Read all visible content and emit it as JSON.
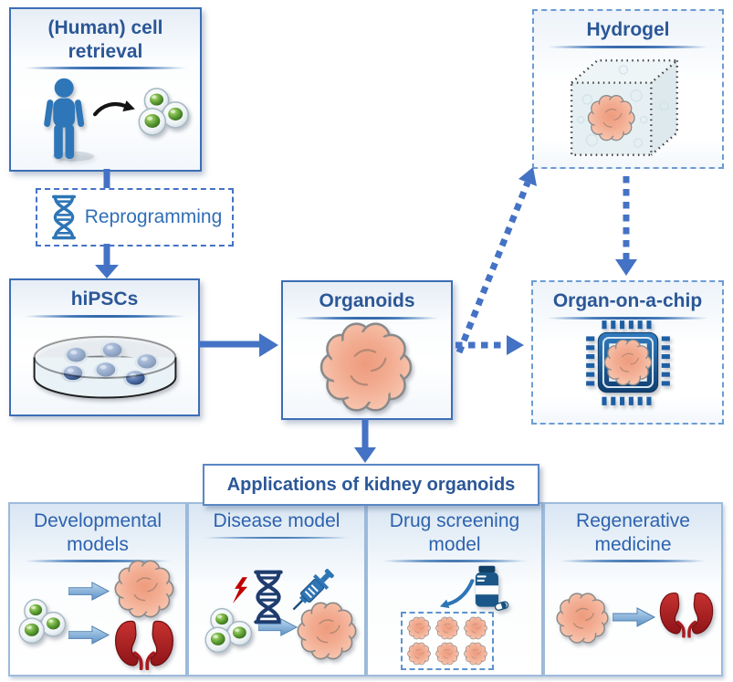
{
  "boxes": {
    "cell_retrieval": {
      "title": "(Human) cell retrieval"
    },
    "reprogramming": {
      "label": "Reprogramming"
    },
    "hipscs": {
      "title": "hiPSCs"
    },
    "organoids": {
      "title": "Organoids"
    },
    "hydrogel": {
      "title": "Hydrogel"
    },
    "organ_on_chip": {
      "title": "Organ-on-a-chip"
    },
    "applications_header": {
      "title": "Applications of kidney organoids"
    }
  },
  "applications": [
    {
      "title": "Developmental models"
    },
    {
      "title": "Disease model"
    },
    {
      "title": "Drug screening model"
    },
    {
      "title": "Regenerative medicine"
    }
  ],
  "icons": [
    "person-icon",
    "cell-cluster-icon",
    "black-arrow-icon",
    "dna-icon",
    "petri-dish-icon",
    "organoid-icon",
    "hydrogel-cube-icon",
    "chip-icon",
    "lightning-icon",
    "syringe-icon",
    "pill-bottle-icon",
    "curved-arrow-icon",
    "kidneys-icon",
    "block-arrow-icon"
  ],
  "palette": {
    "accent_blue": "#4472C4",
    "title_blue": "#2B5797",
    "solid_border_blue": "#3D6EB5",
    "dashed_border_blue": "#6C9CD4",
    "light_border_blue": "#9DBBDC",
    "organoid_fill": "#F2AB90",
    "kidney_red": "#A91D20",
    "chip_blue": "#1E5FA4",
    "cell_nucleus_green": "#5D9E33",
    "lightning_red": "#C00000",
    "icon_blue": "#2E76B8",
    "black_arrow": "#141414"
  }
}
